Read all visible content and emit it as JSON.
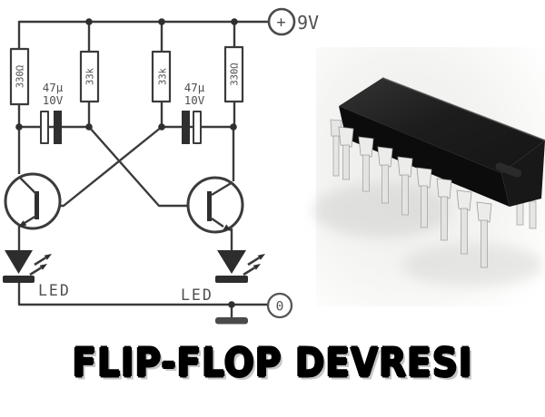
{
  "page": {
    "title": "FLIP-FLOP DEVRESI"
  },
  "schematic": {
    "supply": {
      "plus_symbol": "+",
      "voltage_label": "9V"
    },
    "ground_terminal": {
      "label": "0"
    },
    "resistors": [
      {
        "label": "330Ω"
      },
      {
        "label": "33k"
      },
      {
        "label": "33k"
      },
      {
        "label": "330Ω"
      }
    ],
    "capacitors": [
      {
        "value": "47µ",
        "voltage": "10V"
      },
      {
        "value": "47µ",
        "voltage": "10V"
      }
    ],
    "leds": [
      {
        "label": "LED"
      },
      {
        "label": "LED"
      }
    ],
    "colors": {
      "wire_stroke": "#3b3b3b",
      "label_text": "#5a5a5a"
    }
  },
  "photo": {
    "subject": "dip-16-ic-chip-photo",
    "body_color": "#121212",
    "pin_color": "#ecedeb"
  }
}
